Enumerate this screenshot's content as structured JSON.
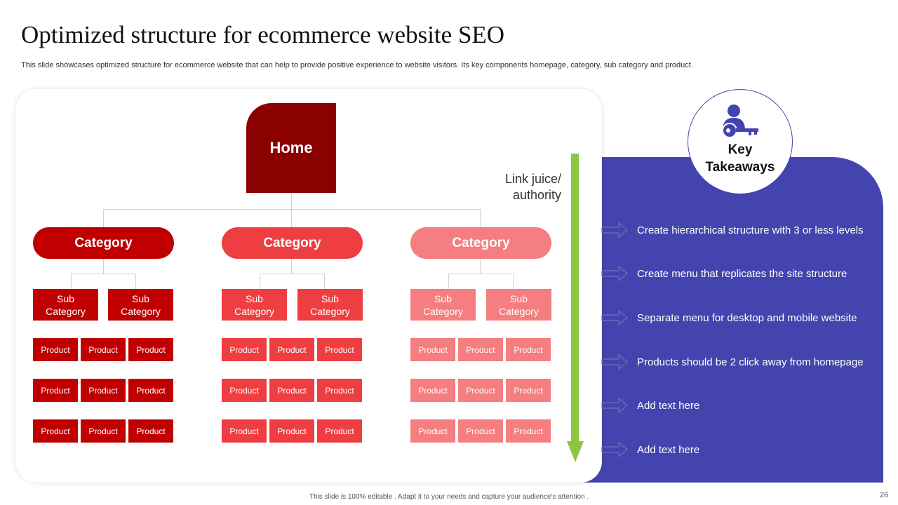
{
  "slide": {
    "title": "Optimized structure for ecommerce website SEO",
    "subtitle": "This slide showcases optimized structure for ecommerce website that can help to provide positive experience to website visitors. Its key components homepage, category, sub category and product.",
    "footer": "This slide is 100% editable . Adapt it to your needs and capture your audience's attention .",
    "page_number": "26"
  },
  "colors": {
    "home": "#8b0000",
    "level_1": "#c00000",
    "level_2": "#ef3e42",
    "level_3": "#f47e80",
    "takeaway_panel": "#4444ae",
    "link_juice_arrow": "#8cc63f"
  },
  "diagram": {
    "home": "Home",
    "link_juice": [
      "Link juice/",
      "authority"
    ],
    "category_label": "Category",
    "sub_category_label": [
      "Sub",
      "Category"
    ],
    "product_label": "Product"
  },
  "takeaways": {
    "heading": [
      "Key",
      "Takeaways"
    ],
    "icon": "user-key-icon",
    "items": [
      "Create hierarchical structure with 3 or less levels",
      "Create menu that replicates the site structure",
      "Separate menu for desktop and mobile website",
      "Products should be 2 click away from homepage",
      "Add text here",
      "Add text here"
    ]
  }
}
